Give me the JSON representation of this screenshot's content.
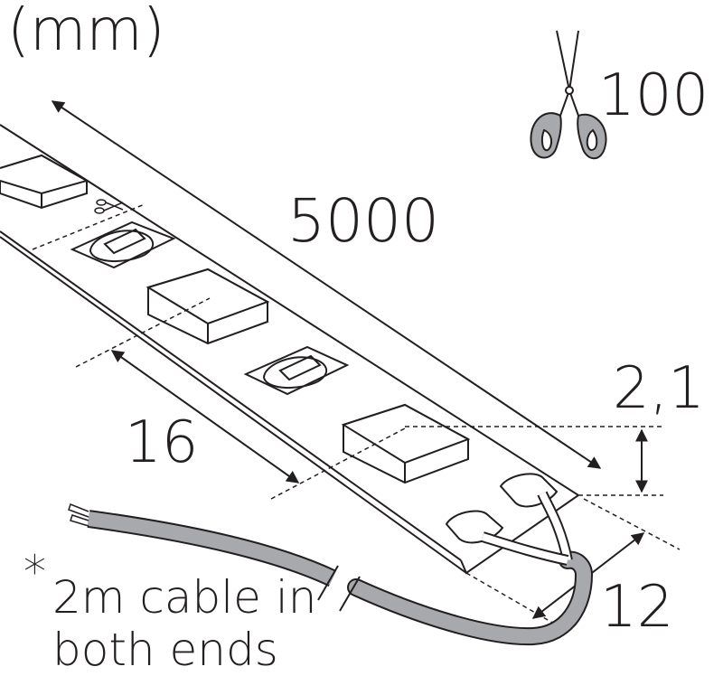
{
  "labels": {
    "unit": "(mm)",
    "length": "5000",
    "cut_interval": "100",
    "pitch": "16",
    "thickness": "2,1",
    "width": "12",
    "note_mark": "*",
    "note_line1": "2m cable in",
    "note_line2": "both ends"
  },
  "icons": {
    "cut": "scissors-icon"
  },
  "colors": {
    "stroke": "#231f20",
    "cable": "#a7a9ac",
    "scissors_fill": "#a7a9ac",
    "background": "#ffffff"
  }
}
